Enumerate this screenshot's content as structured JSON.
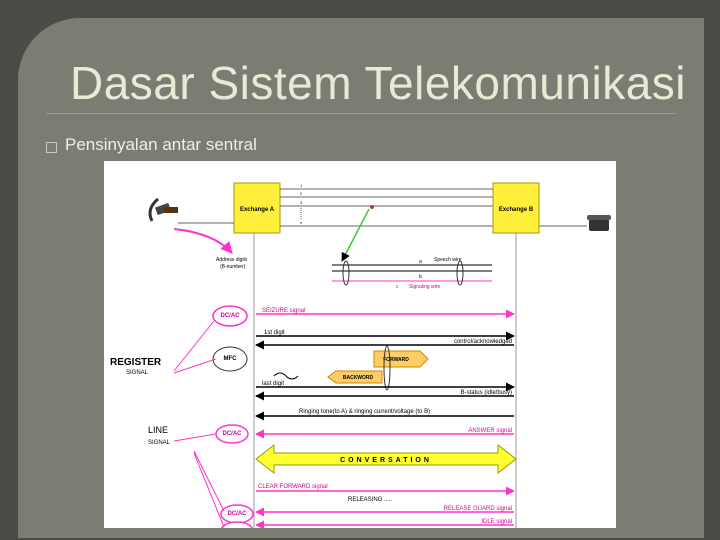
{
  "slide": {
    "title": "Dasar Sistem Telekomunikasi",
    "bullet": "Pensinyalan antar sentral"
  },
  "diagram": {
    "exchange_a": "Exchange A",
    "exchange_b": "Exchange B",
    "line_numbers": [
      "1",
      "2",
      "3",
      "n"
    ],
    "address_digits": "Address digits",
    "b_number": "(B-number)",
    "speech_wire": "Speech wire",
    "wire_a": "a",
    "wire_b": "b",
    "wire_c": "c",
    "signaling_wire": "Signaling wire",
    "register": "REGISTER",
    "register_signal": "SIGNAL",
    "line": "LINE",
    "line_signal": "SIGNAL",
    "dcac": "DC/AC",
    "mfc": "MFC",
    "seizure": "SEIZURE signal",
    "first_digit": "1st digit",
    "control_ack": "control/acknowledged",
    "forward": "FORWARD",
    "backword": "BACKWORD",
    "last_digit": "last digit",
    "b_status": "B-status (idle/busy)",
    "ringing": "Ringing tone(to A) & ringing current/voltage (to B)",
    "answer": "ANSWER signal",
    "conversation": "CONVERSATION",
    "clear_forward": "CLEAR FORWARD signal",
    "releasing": "RELEASING .....",
    "release_guard": "RELEASE GUARD signal",
    "idle": "IDLE signal"
  },
  "colors": {
    "exchange": "#ffef3a",
    "signal": "#ff33cc",
    "conversation": "#ffff33",
    "arrow_box": "#ffcc66",
    "wire_green": "#33cc33"
  }
}
